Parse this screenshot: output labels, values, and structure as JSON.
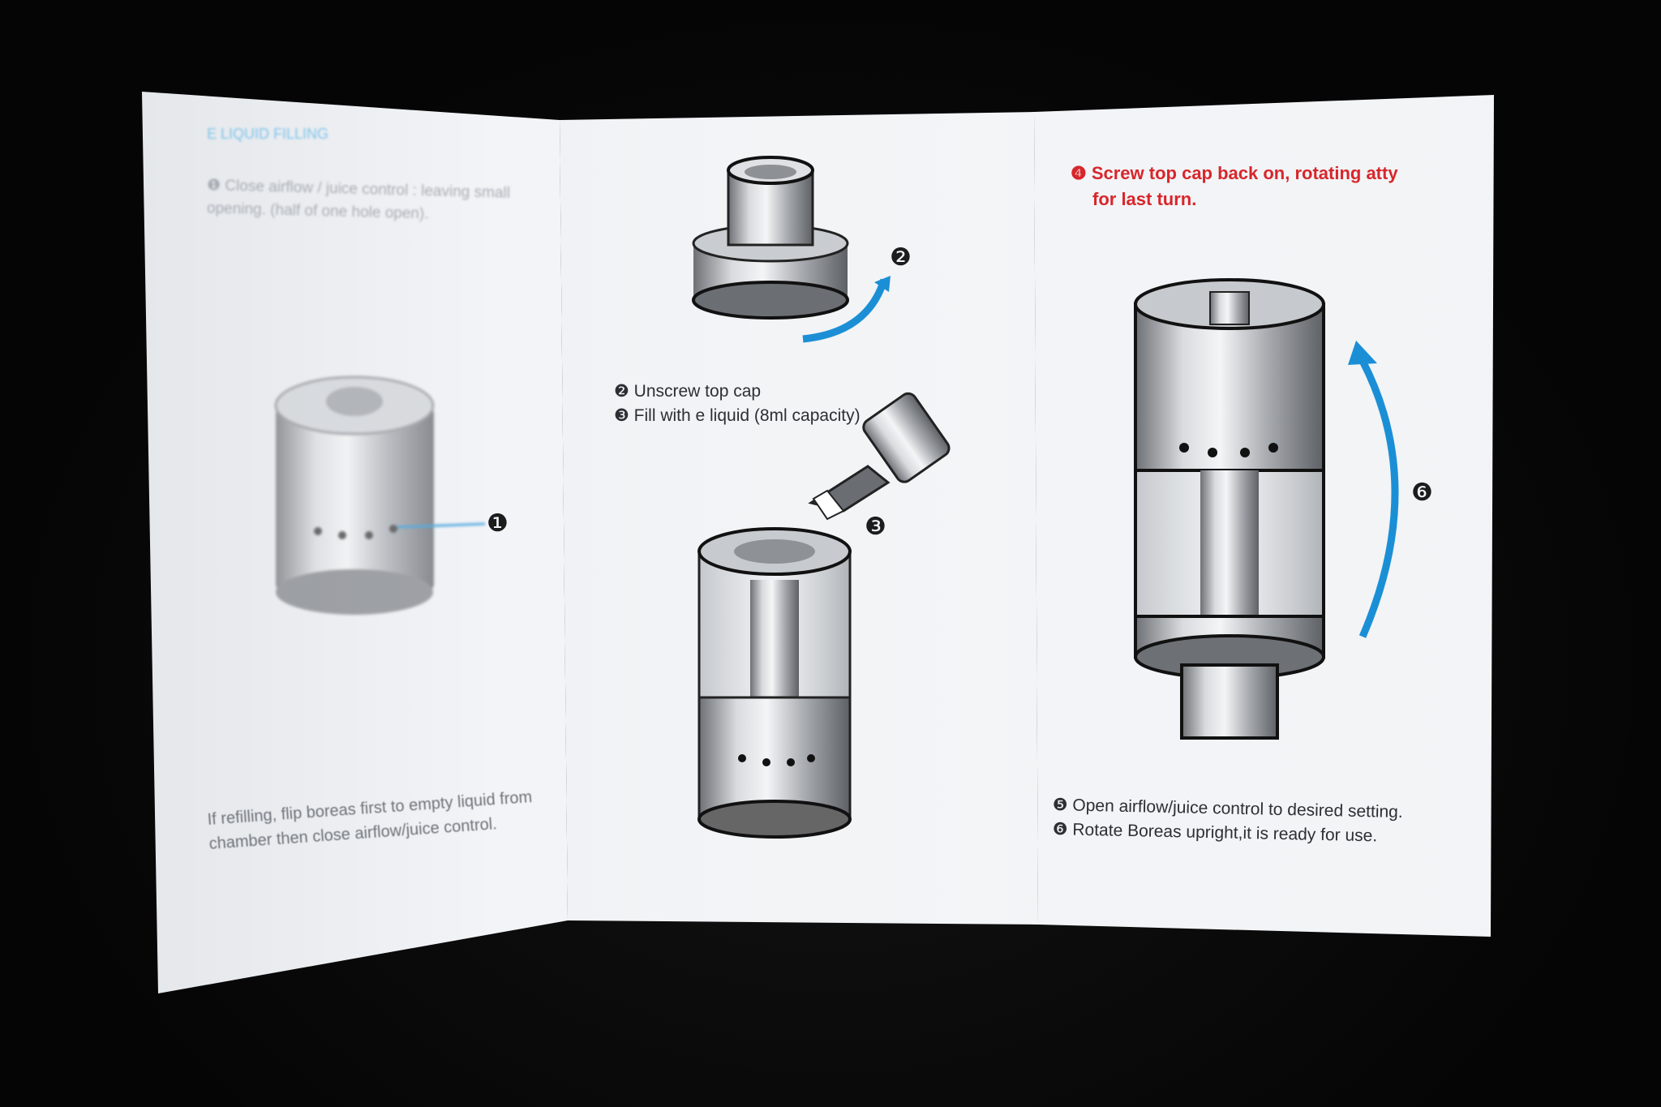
{
  "left_panel": {
    "heading": "E LIQUID FILLING",
    "step1": "❶ Close airflow / juice control : leaving small",
    "step1_cont": "opening. (half of one hole open).",
    "note_line1": "If refilling, flip boreas first to empty liquid from",
    "note_line2": "chamber then close airflow/juice control.",
    "callout": "❶"
  },
  "middle_panel": {
    "step2": "❷ Unscrew top cap",
    "step3": "❸ Fill with e liquid (8ml capacity)",
    "callout2": "❷",
    "callout3": "❸"
  },
  "right_panel": {
    "step4_line1": "❹ Screw top cap back on, rotating atty",
    "step4_line2": "for last turn.",
    "step5": "❺ Open airflow/juice control to desired setting.",
    "step6": "❻ Rotate Boreas upright,it is ready for use.",
    "callout6": "❻",
    "accent_color": "#1b8fd6",
    "warning_color": "#d8262b"
  }
}
